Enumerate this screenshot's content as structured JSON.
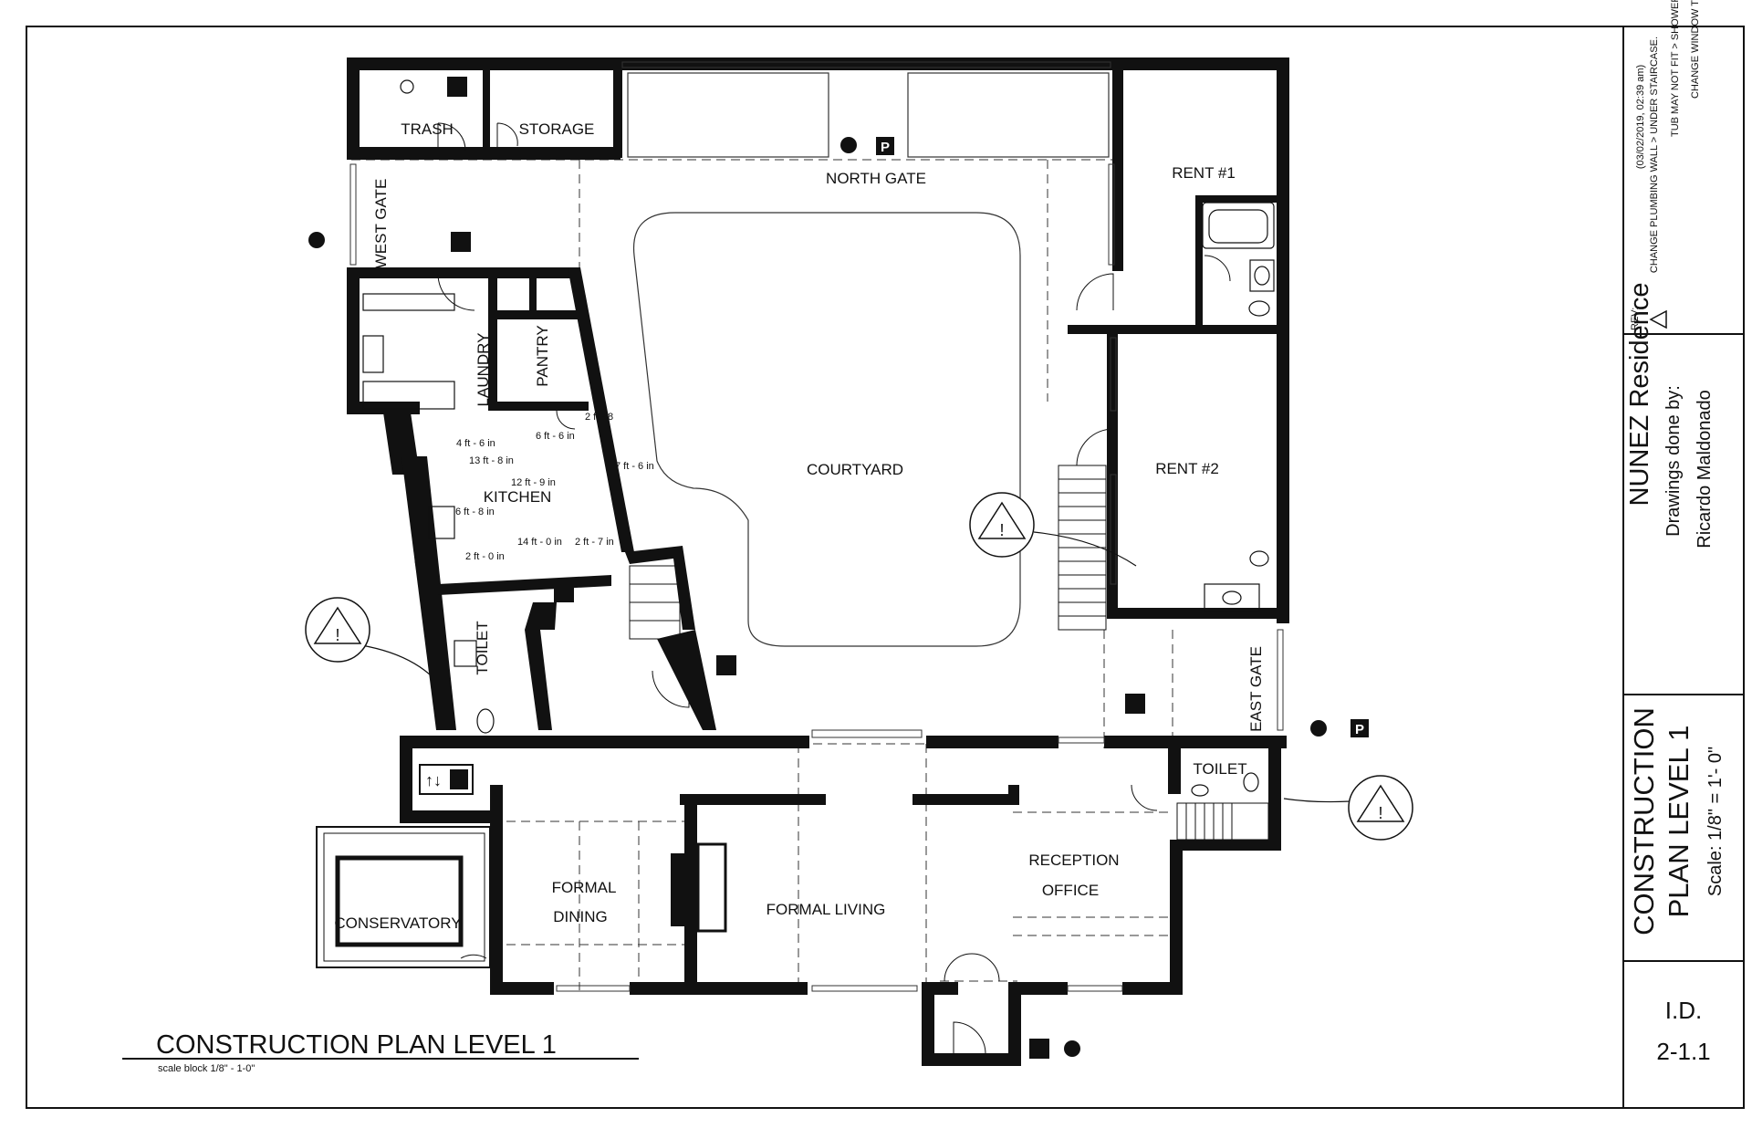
{
  "sheet": {
    "project": "NUNEZ Residence",
    "drawn_by_label": "Drawings done by:",
    "drawn_by_name": "Ricardo Maldonado",
    "title_line1": "CONSTRUCTION",
    "title_line2": "PLAN LEVEL 1",
    "scale": "Scale: 1/8\" = 1'- 0\"",
    "sheet_id_label": "I.D.",
    "sheet_id": "2-1.1"
  },
  "revisions": {
    "label": "REV:",
    "date": "(03/02/2019, 02:39 am)",
    "notes": [
      "CHANGE PLUMBING WALL > UNDER STAIRCASE.",
      "TUB MAY NOT FIT > SHOWER.",
      "CHANGE WINDOW TO SMALLER SIZE."
    ]
  },
  "plan": {
    "title": "CONSTRUCTION PLAN LEVEL 1",
    "scale_note": "scale block 1/8\" - 1-0\"",
    "rooms": {
      "trash": "TRASH",
      "storage": "STORAGE",
      "north_gate": "NORTH GATE",
      "west_gate": "WEST GATE",
      "rent1": "RENT #1",
      "rent2": "RENT #2",
      "courtyard": "COURTYARD",
      "laundry": "LAUNDRY",
      "pantry": "PANTRY",
      "kitchen": "KITCHEN",
      "toilet_west": "TOILET",
      "east_gate": "EAST GATE",
      "toilet_east": "TOILET",
      "conservatory": "CONSERVATORY",
      "formal_dining_1": "FORMAL",
      "formal_dining_2": "DINING",
      "formal_living": "FORMAL LIVING",
      "reception_1": "RECEPTION",
      "reception_2": "OFFICE"
    },
    "dimensions": {
      "d1": "2 ft - 8",
      "d2": "4 ft - 6 in",
      "d3": "6 ft - 6 in",
      "d4": "13 ft - 8 in",
      "d5": "7 ft - 6 in",
      "d6": "12 ft - 9 in",
      "d7": "6 ft - 8 in",
      "d8": "14 ft - 0 in",
      "d9": "2 ft - 7 in",
      "d10": "2 ft - 0 in"
    },
    "symbols": {
      "warning": "!",
      "parking": "P"
    }
  }
}
